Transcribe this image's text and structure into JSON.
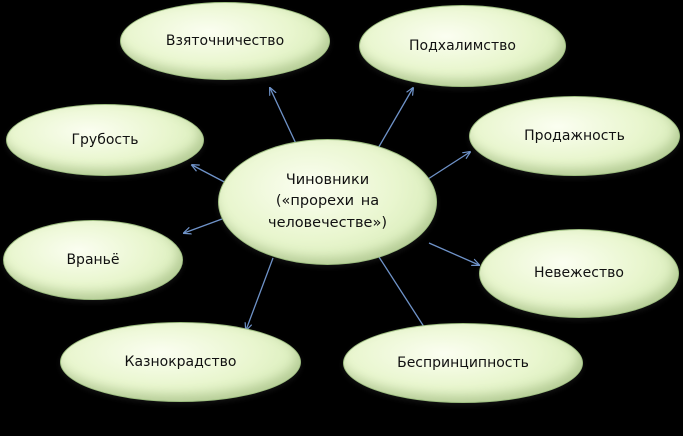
{
  "diagram": {
    "center": {
      "label": "Чиновники\n(«прорехи   на\nчеловечестве»)"
    },
    "nodes": [
      {
        "id": "vzyat",
        "label": "Взяточничество"
      },
      {
        "id": "podkh",
        "label": "Подхалимство"
      },
      {
        "id": "grub",
        "label": "Грубость"
      },
      {
        "id": "prod",
        "label": "Продажность"
      },
      {
        "id": "vran",
        "label": "Враньё"
      },
      {
        "id": "nevezh",
        "label": "Невежество"
      },
      {
        "id": "kazn",
        "label": "Казнокрадство"
      },
      {
        "id": "bespr",
        "label": "Беспринципность"
      }
    ],
    "colors": {
      "background": "#000000",
      "node_fill": "#e9f6cf",
      "arrow": "#6f93c9",
      "text": "#111111"
    }
  }
}
